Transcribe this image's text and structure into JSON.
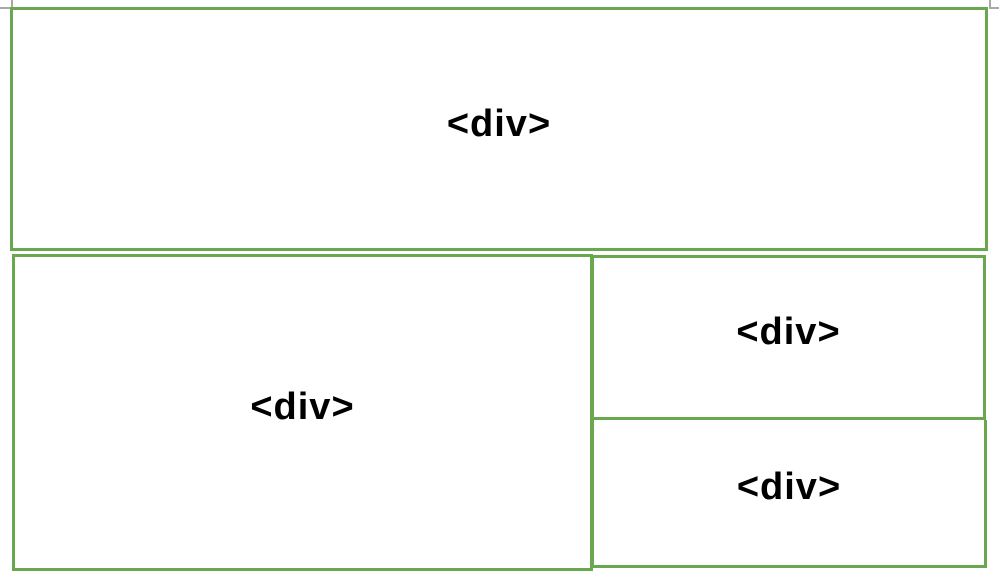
{
  "colors": {
    "box_border": "#6aa84f",
    "grid_mark": "#a9a9a9",
    "label_text": "#000000",
    "background": "#ffffff"
  },
  "boxes": {
    "top": {
      "label": "<div>"
    },
    "bottom_left": {
      "label": "<div>"
    },
    "right_top": {
      "label": "<div>"
    },
    "right_bottom": {
      "label": "<div>"
    }
  }
}
